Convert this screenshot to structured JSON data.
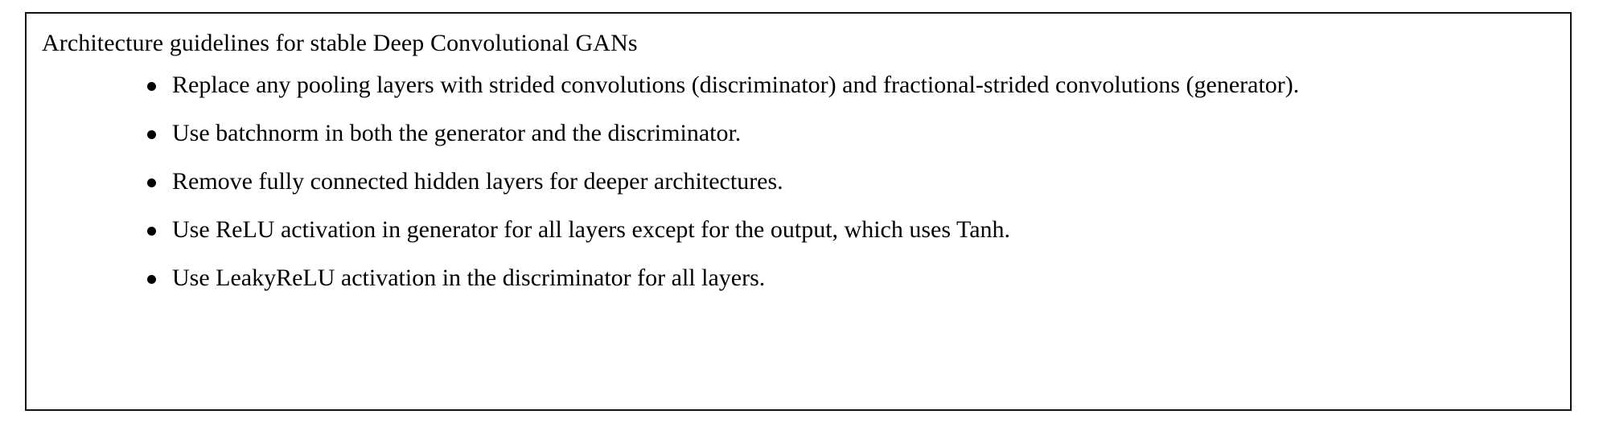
{
  "box": {
    "title": "Architecture guidelines for stable Deep Convolutional GANs",
    "border_color": "#111111",
    "background_color": "#ffffff",
    "text_color": "#000000",
    "bullet_icon": "filled-round-bullet",
    "guidelines": [
      {
        "text": "Replace any pooling layers with strided convolutions (discriminator) and fractional-strided convolutions (generator)."
      },
      {
        "text": "Use batchnorm in both the generator and the discriminator."
      },
      {
        "text": "Remove fully connected hidden layers for deeper architectures."
      },
      {
        "text": "Use ReLU activation in generator for all layers except for the output, which uses Tanh."
      },
      {
        "text": "Use LeakyReLU activation in the discriminator for all layers."
      }
    ]
  }
}
